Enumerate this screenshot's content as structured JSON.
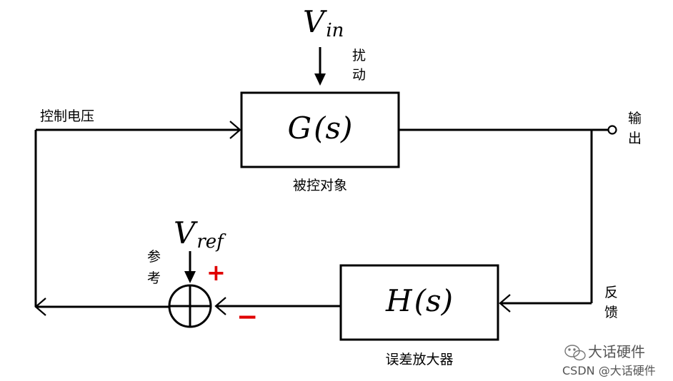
{
  "blocks": {
    "plant": {
      "func": "G",
      "arg": "(s)",
      "caption": "被控对象"
    },
    "amp": {
      "func": "H",
      "arg": "(s)",
      "caption": "误差放大器"
    }
  },
  "signals": {
    "vin": {
      "base": "V",
      "sub": "in"
    },
    "vref": {
      "base": "V",
      "sub": "ref"
    },
    "disturbance": [
      "扰",
      "动"
    ],
    "control_voltage": "控制电压",
    "output": [
      "输",
      "出"
    ],
    "feedback": [
      "反",
      "馈"
    ],
    "reference": [
      "参",
      "考"
    ]
  },
  "signs": {
    "plus": "+",
    "minus": "−",
    "color": "#e00000"
  },
  "watermark": {
    "line1": "大话硬件",
    "line2": "CSDN @大话硬件"
  }
}
